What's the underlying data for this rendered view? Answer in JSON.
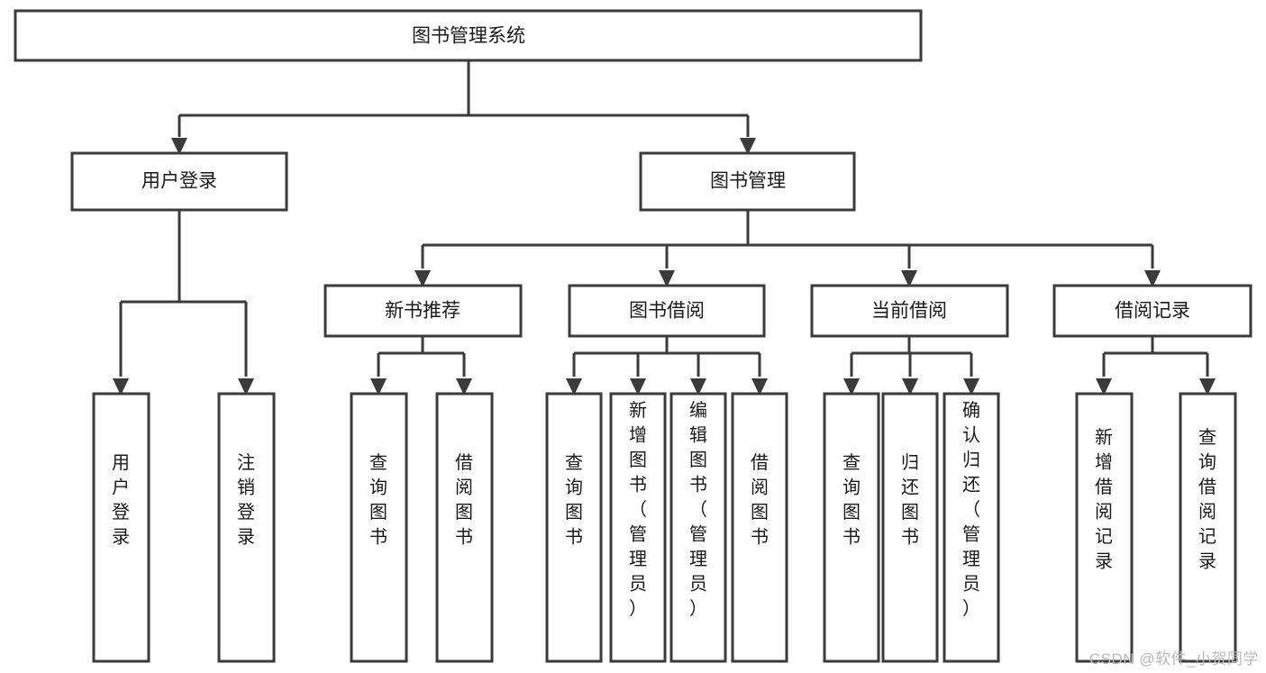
{
  "diagram": {
    "type": "tree-hierarchy-flowchart",
    "title": "图书管理系统",
    "root": {
      "id": "root",
      "label": "图书管理系统"
    },
    "level2": [
      {
        "id": "user-login",
        "label": "用户登录"
      },
      {
        "id": "book-manage",
        "label": "图书管理"
      }
    ],
    "level3": [
      {
        "id": "new-book-rec",
        "label": "新书推荐",
        "parent": "book-manage"
      },
      {
        "id": "book-borrow",
        "label": "图书借阅",
        "parent": "book-manage"
      },
      {
        "id": "current-borrow",
        "label": "当前借阅",
        "parent": "book-manage"
      },
      {
        "id": "borrow-record",
        "label": "借阅记录",
        "parent": "book-manage"
      }
    ],
    "leaves": [
      {
        "id": "leaf-user-login",
        "label": "用户登录",
        "parent": "user-login"
      },
      {
        "id": "leaf-user-logout",
        "label": "注销登录",
        "parent": "user-login"
      },
      {
        "id": "leaf-query-book-1",
        "label": "查询图书",
        "parent": "new-book-rec"
      },
      {
        "id": "leaf-borrow-book-1",
        "label": "借阅图书",
        "parent": "new-book-rec"
      },
      {
        "id": "leaf-query-book-2",
        "label": "查询图书",
        "parent": "book-borrow"
      },
      {
        "id": "leaf-add-book",
        "label": "新增图书（管理员）",
        "parent": "book-borrow"
      },
      {
        "id": "leaf-edit-book",
        "label": "编辑图书（管理员）",
        "parent": "book-borrow"
      },
      {
        "id": "leaf-borrow-book-2",
        "label": "借阅图书",
        "parent": "book-borrow"
      },
      {
        "id": "leaf-query-book-3",
        "label": "查询图书",
        "parent": "current-borrow"
      },
      {
        "id": "leaf-return-book",
        "label": "归还图书",
        "parent": "current-borrow"
      },
      {
        "id": "leaf-confirm-return",
        "label": "确认归还（管理员）",
        "parent": "current-borrow"
      },
      {
        "id": "leaf-add-record",
        "label": "新增借阅记录",
        "parent": "borrow-record"
      },
      {
        "id": "leaf-query-record",
        "label": "查询借阅记录",
        "parent": "borrow-record"
      }
    ],
    "colors": {
      "box_fill": "#ffffff",
      "box_stroke": "#3b3b3b",
      "text": "#1a1a1a",
      "background": "#ffffff",
      "watermark": "#b9b9b9"
    }
  },
  "watermark": {
    "text": "CSDN @软件_小贺同学"
  }
}
